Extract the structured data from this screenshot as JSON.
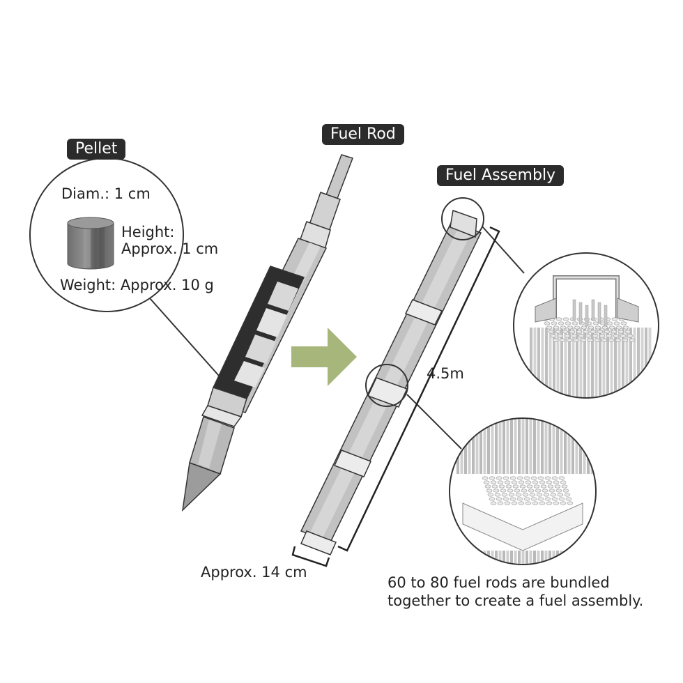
{
  "labels": {
    "pellet": "Pellet",
    "fuel_rod": "Fuel Rod",
    "fuel_assembly": "Fuel Assembly"
  },
  "pellet_specs": {
    "diameter": "Diam.: 1 cm",
    "height_label": "Height:",
    "height_value": "Approx. 1 cm",
    "weight": "Weight: Approx. 10 g"
  },
  "dimensions": {
    "length": "4.5m",
    "width": "Approx. 14 cm"
  },
  "caption": {
    "line1": "60 to 80 fuel rods are bundled",
    "line2": "together to create a fuel assembly."
  },
  "colors": {
    "arrow": "#a7b77b",
    "tag_bg": "#2b2b2b",
    "rod_gray": "#bdbdbd",
    "outline": "#333333"
  }
}
